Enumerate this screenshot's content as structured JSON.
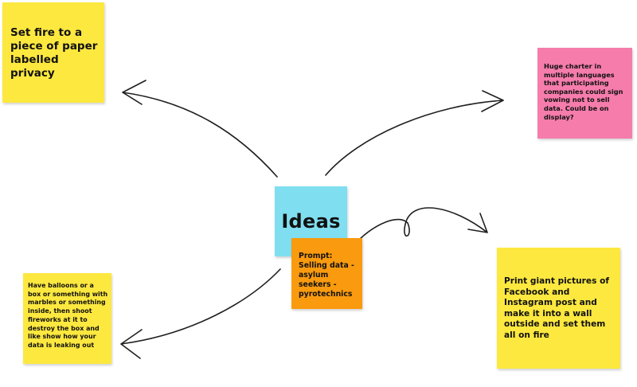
{
  "colors": {
    "yellow": "#fde83f",
    "pink": "#f57cab",
    "cyan": "#7fdff0",
    "orange": "#f99a0f"
  },
  "notes": {
    "privacy": "Set fire to a piece of paper labelled privacy",
    "charter": "Huge charter in multiple languages that participating companies could sign vowing not to sell data. Could be on display?",
    "ideas": "Ideas",
    "prompt": "Prompt:\nSelling data - asylum seekers - pyrotechnics",
    "balloons": "Have balloons or a box or something with marbles or something inside, then shoot fireworks at it to destroy the box and like show how your data is leaking out",
    "print": "Print giant pictures of Facebook and Instagram post and make it into a wall outside and set them all on fire"
  }
}
